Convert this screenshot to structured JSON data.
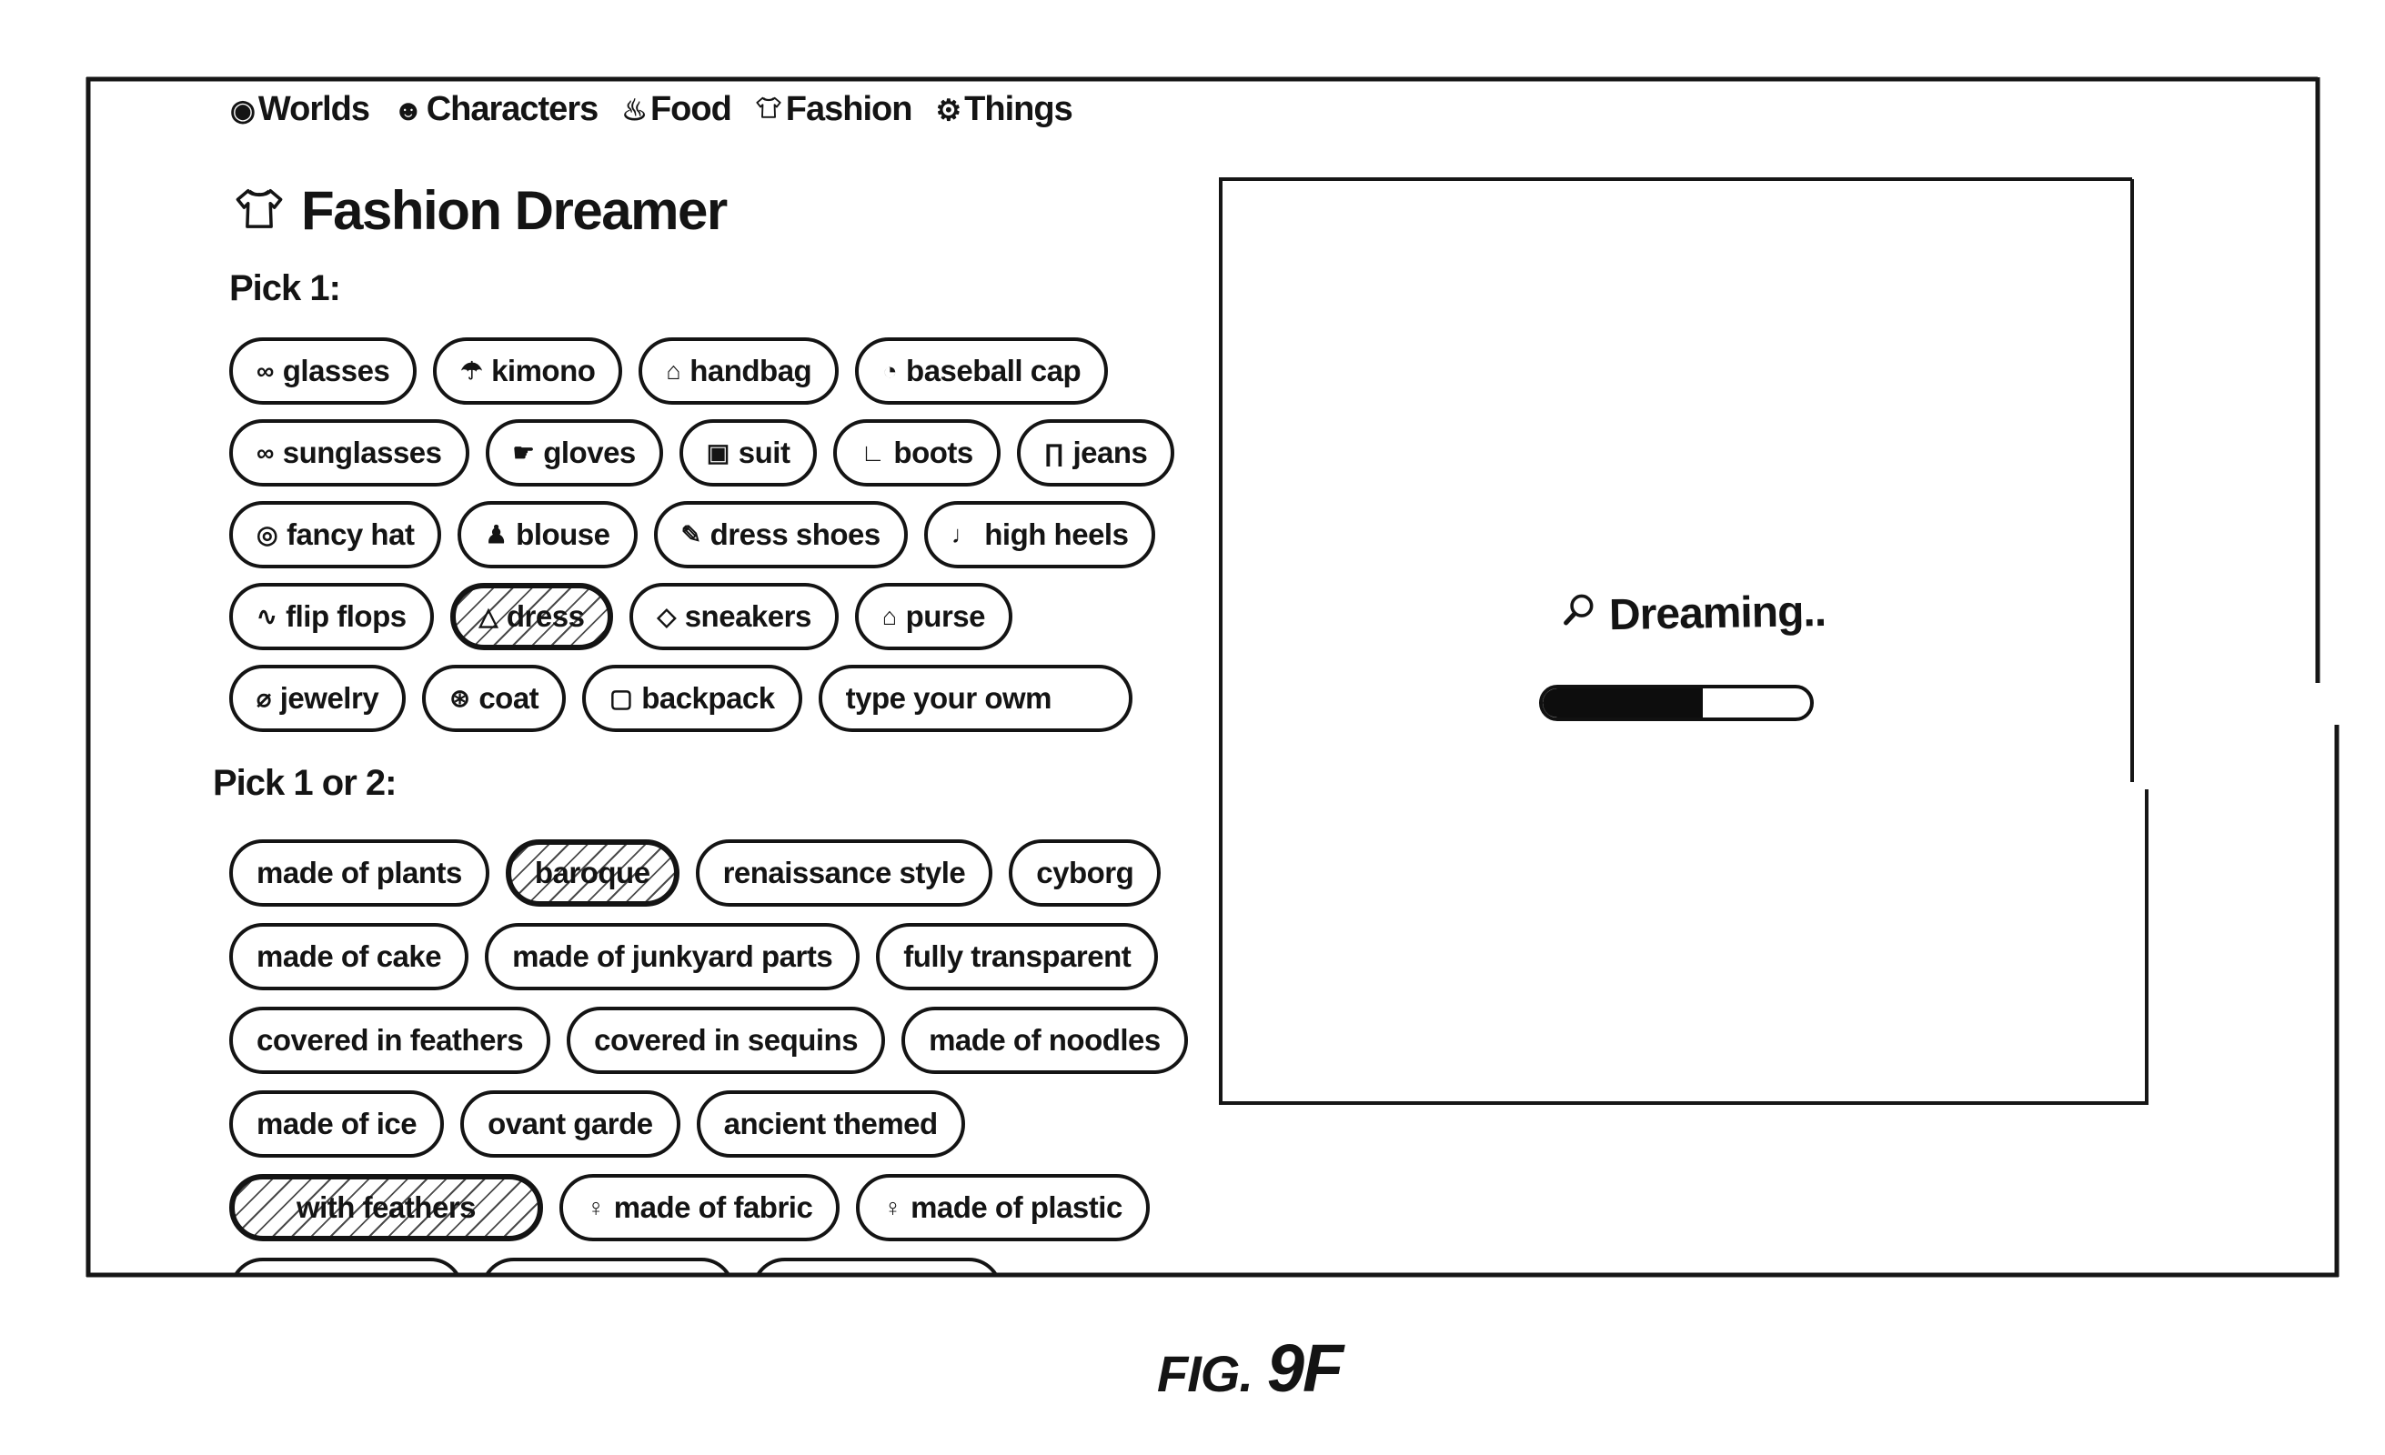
{
  "colors": {
    "ink": "#141414",
    "paper": "#ffffff",
    "hatch": "#4a4a4a"
  },
  "nav": {
    "items": [
      {
        "label": "Worlds",
        "icon": "worlds-icon"
      },
      {
        "label": "Characters",
        "icon": "characters-icon"
      },
      {
        "label": "Food",
        "icon": "food-icon"
      },
      {
        "label": "Fashion",
        "icon": "fashion-icon"
      },
      {
        "label": "Things",
        "icon": "things-icon"
      }
    ]
  },
  "header": {
    "title": "Fashion Dreamer",
    "icon": "fashion-dreamer-icon"
  },
  "pick_one": {
    "label": "Pick 1:",
    "rows": [
      [
        {
          "label": "glasses",
          "icon": "glasses-icon"
        },
        {
          "label": "kimono",
          "icon": "kimono-icon"
        },
        {
          "label": "handbag",
          "icon": "handbag-icon"
        },
        {
          "label": "baseball cap",
          "icon": "baseball-cap-icon"
        }
      ],
      [
        {
          "label": "sunglasses",
          "icon": "sunglasses-icon"
        },
        {
          "label": "gloves",
          "icon": "gloves-icon"
        },
        {
          "label": "suit",
          "icon": "suit-icon"
        },
        {
          "label": "boots",
          "icon": "boots-icon"
        },
        {
          "label": "jeans",
          "icon": "jeans-icon"
        }
      ],
      [
        {
          "label": "fancy hat",
          "icon": "fancy-hat-icon"
        },
        {
          "label": "blouse",
          "icon": "blouse-icon"
        },
        {
          "label": "dress shoes",
          "icon": "dress-shoes-icon"
        },
        {
          "label": "high heels",
          "icon": "high-heels-icon"
        }
      ],
      [
        {
          "label": "flip flops",
          "icon": "flip-flops-icon"
        },
        {
          "label": "dress",
          "icon": "dress-icon",
          "selected": true
        },
        {
          "label": "sneakers",
          "icon": "sneakers-icon"
        },
        {
          "label": "purse",
          "icon": "purse-icon"
        }
      ],
      [
        {
          "label": "jewelry",
          "icon": "jewelry-icon"
        },
        {
          "label": "coat",
          "icon": "coat-icon"
        },
        {
          "label": "backpack",
          "icon": "backpack-icon"
        },
        {
          "label": "type your owm",
          "input": true
        }
      ]
    ]
  },
  "pick_two": {
    "label": "Pick 1 or 2:",
    "rows": [
      [
        {
          "label": "made of plants"
        },
        {
          "label": "baroque",
          "selected": true
        },
        {
          "label": "renaissance style"
        },
        {
          "label": "cyborg"
        }
      ],
      [
        {
          "label": "made of cake"
        },
        {
          "label": "made of junkyard parts"
        },
        {
          "label": "fully transparent"
        }
      ],
      [
        {
          "label": "covered in feathers"
        },
        {
          "label": "covered in sequins"
        },
        {
          "label": "made of noodles"
        }
      ],
      [
        {
          "label": "made of ice"
        },
        {
          "label": "ovant garde"
        },
        {
          "label": "ancient themed"
        }
      ],
      [
        {
          "label": "with feathers",
          "selected": true,
          "wide": true
        },
        {
          "label": "made of fabric",
          "icon": "pin-icon"
        },
        {
          "label": "made of plastic",
          "icon": "pin-icon"
        }
      ],
      [
        {
          "label": "",
          "icon": "pin-icon",
          "partial": true
        },
        {
          "label": "",
          "icon": "pin-icon",
          "partial": true
        },
        {
          "label": "",
          "icon": "pin-icon",
          "partial": true
        }
      ]
    ]
  },
  "dream_panel": {
    "status": "Dreaming..",
    "icon": "search-icon",
    "progress_percent": 60
  },
  "figure_caption": {
    "prefix": "FIG.",
    "number": "9F"
  },
  "icon_glyphs": {
    "worlds-icon": "◉",
    "characters-icon": "☻",
    "food-icon": "♨",
    "fashion-icon": "svg:tshirt",
    "things-icon": "⚙",
    "fashion-dreamer-icon": "svg:tshirt",
    "glasses-icon": "∞",
    "kimono-icon": "☂",
    "handbag-icon": "⌂",
    "baseball-cap-icon": "◔",
    "sunglasses-icon": "∞",
    "gloves-icon": "☛",
    "suit-icon": "▣",
    "boots-icon": "∟",
    "jeans-icon": "∏",
    "fancy-hat-icon": "◎",
    "blouse-icon": "♟",
    "dress-shoes-icon": "✎",
    "high-heels-icon": "♩",
    "flip-flops-icon": "∿",
    "dress-icon": "△",
    "sneakers-icon": "◇",
    "purse-icon": "⌂",
    "jewelry-icon": "⌀",
    "coat-icon": "⊛",
    "backpack-icon": "▢",
    "pin-icon": "♀",
    "search-icon": "svg:magnifier"
  }
}
